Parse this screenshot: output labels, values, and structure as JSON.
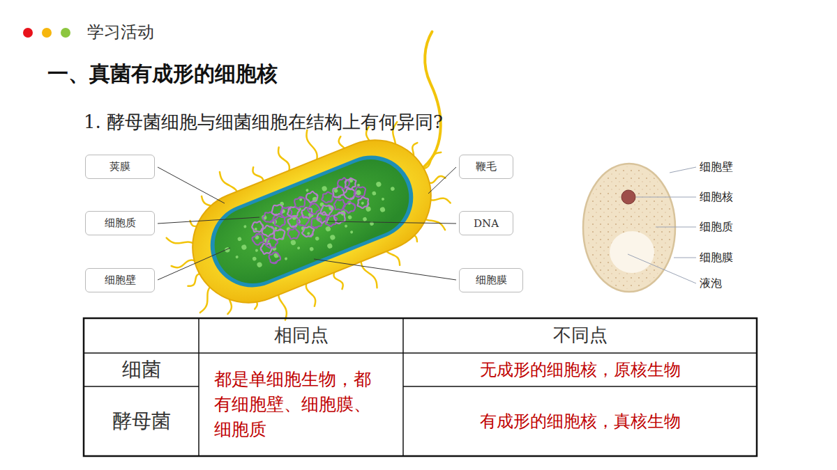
{
  "diagram": {
    "title": "一、真菌有成形的细胞核",
    "nodes": [
      {
        "text": [
          "荚膜"
        ]
      },
      {
        "text": [
          "鞭毛"
        ]
      },
      {
        "text": [
          "细胞质"
        ]
      },
      {
        "text": [
          "DNA"
        ]
      },
      {
        "text": [
          "细胞壁"
        ]
      },
      {
        "text": [
          "细胞膜"
        ]
      }
    ],
    "labels": [
      "学习活动",
      "1. 酵母菌细胞与细菌细胞在结构上有何异同?",
      "细胞壁",
      "细胞核",
      "细胞质",
      "细胞膜",
      "液泡",
      "相同点",
      "不同点",
      "细菌",
      "都是单细胞生物，都有细胞壁、细胞膜、细胞质",
      "无成形的细胞核，原核生物",
      "酵母菌",
      "有成形的细胞核，真核生物"
    ]
  }
}
